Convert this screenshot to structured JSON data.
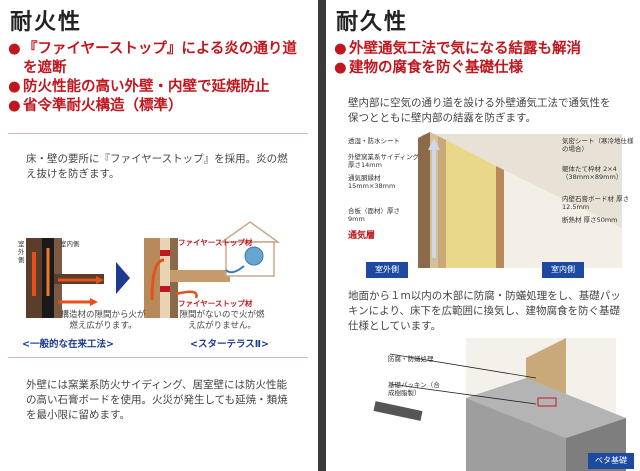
{
  "left": {
    "title": "耐火性",
    "bullets": [
      "『ファイヤーストップ』による炎の通り道を遮断",
      "防火性能の高い外壁・内壁で延焼防止",
      "省令準耐火構造（標準）"
    ],
    "bullet_mark": "●",
    "intro": "床・壁の要所に『ファイヤーストップ』を採用。炎の燃え抜けを防ぎます。",
    "diagram": {
      "outside_label": "室外側",
      "inside_label": "室内側",
      "fire_stop_label": "ファイヤーストップ材",
      "left_caption": "構造材の隙間から火が燃え広がります。",
      "right_caption": "隙間がないので火が燃え広がりません。",
      "left_name": "<一般的な在来工法>",
      "right_name": "<スターテラスⅡ>"
    },
    "footer": "外壁には窯業系防火サイディング、居室壁には防火性能の高い石膏ボードを使用。火災が発生しても延焼・類焼を最小限に留めます。"
  },
  "right": {
    "title": "耐久性",
    "bullets": [
      "外壁通気工法で気になる結露も解消",
      "建物の腐食を防ぐ基礎仕様"
    ],
    "bullet_mark": "●",
    "intro": "壁内部に空気の通り道を設ける外壁通気工法で通気性を保つとともに壁内部の結露を防ぎます。",
    "wall_labels_left": [
      "透湿・防水シート",
      "外壁窯業系サイディング厚さ14mm",
      "通気胴縁材 15mm×38mm",
      "合板（面材）厚さ9mm"
    ],
    "airflow_label": "通気層",
    "wall_labels_right": [
      "気密シート（寒冷地仕様の場合）",
      "躯体たて枠材 2×4（38mm×89mm）",
      "内壁石膏ボード材 厚さ12.5mm",
      "断熱材 厚さ50mm"
    ],
    "outside_btn": "室外側",
    "inside_btn": "室内側",
    "foundation_text": "地面から１m以内の木部に防腐・防蟻処理をし、基礎パッキンにより、床下を広範囲に換気し、建物腐食を防ぐ基礎仕様としています。",
    "foundation_labels": [
      "防腐・防蟻処理",
      "基礎パッキン（合成樹脂製）"
    ],
    "foundation_btn": "ベタ基礎"
  },
  "colors": {
    "accent_red": "#c0171f",
    "label_blue": "#1c3a8f",
    "button_blue": "#1c4aa0"
  }
}
